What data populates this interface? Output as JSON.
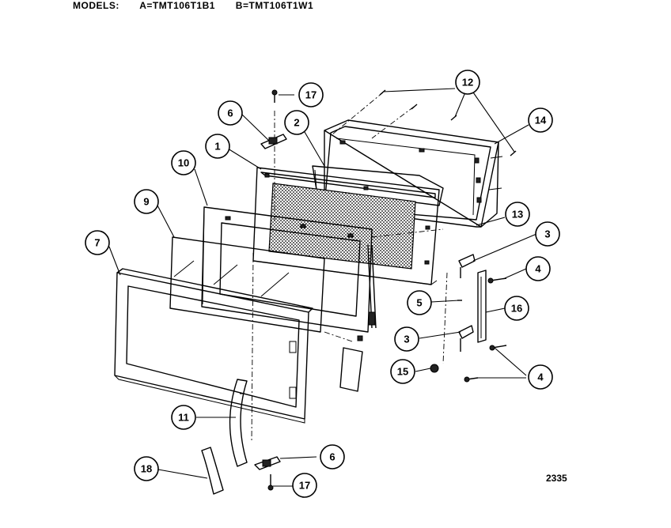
{
  "header": {
    "models_label": "MODELS:",
    "model_a": "A=TMT106T1B1",
    "model_b": "B=TMT106T1W1"
  },
  "figure_number": "2335",
  "callouts": [
    {
      "id": "c1",
      "label": "1"
    },
    {
      "id": "c2",
      "label": "2"
    },
    {
      "id": "c3a",
      "label": "3"
    },
    {
      "id": "c3b",
      "label": "3"
    },
    {
      "id": "c4a",
      "label": "4"
    },
    {
      "id": "c4b",
      "label": "4"
    },
    {
      "id": "c5",
      "label": "5"
    },
    {
      "id": "c6a",
      "label": "6"
    },
    {
      "id": "c6b",
      "label": "6"
    },
    {
      "id": "c7",
      "label": "7"
    },
    {
      "id": "c9",
      "label": "9"
    },
    {
      "id": "c10",
      "label": "10"
    },
    {
      "id": "c11",
      "label": "11"
    },
    {
      "id": "c12",
      "label": "12"
    },
    {
      "id": "c13",
      "label": "13"
    },
    {
      "id": "c14",
      "label": "14"
    },
    {
      "id": "c15",
      "label": "15"
    },
    {
      "id": "c16",
      "label": "16"
    },
    {
      "id": "c17a",
      "label": "17"
    },
    {
      "id": "c17b",
      "label": "17"
    },
    {
      "id": "c18",
      "label": "18"
    }
  ]
}
